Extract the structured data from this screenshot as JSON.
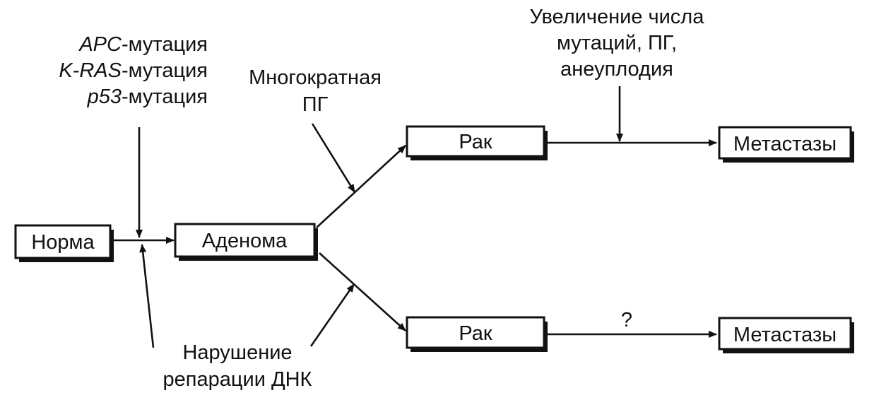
{
  "nodes": {
    "norma": "Норма",
    "adenoma": "Аденома",
    "cancer_top": "Рак",
    "cancer_bottom": "Рак",
    "metastases_top": "Метастазы",
    "metastases_bottom": "Метастазы"
  },
  "labels": {
    "mutations": [
      {
        "gene": "APC",
        "suffix": "-мутация"
      },
      {
        "gene": "K-RAS",
        "suffix": "-мутация"
      },
      {
        "gene": "p53",
        "suffix": "-мутация"
      }
    ],
    "dna_repair": [
      "Нарушение",
      "репарации ДНК"
    ],
    "multiple_pg": [
      "Многократная",
      "ПГ"
    ],
    "increase": [
      "Увеличение числа",
      "мутаций, ПГ,",
      "анеуплодия"
    ],
    "question": "?"
  }
}
